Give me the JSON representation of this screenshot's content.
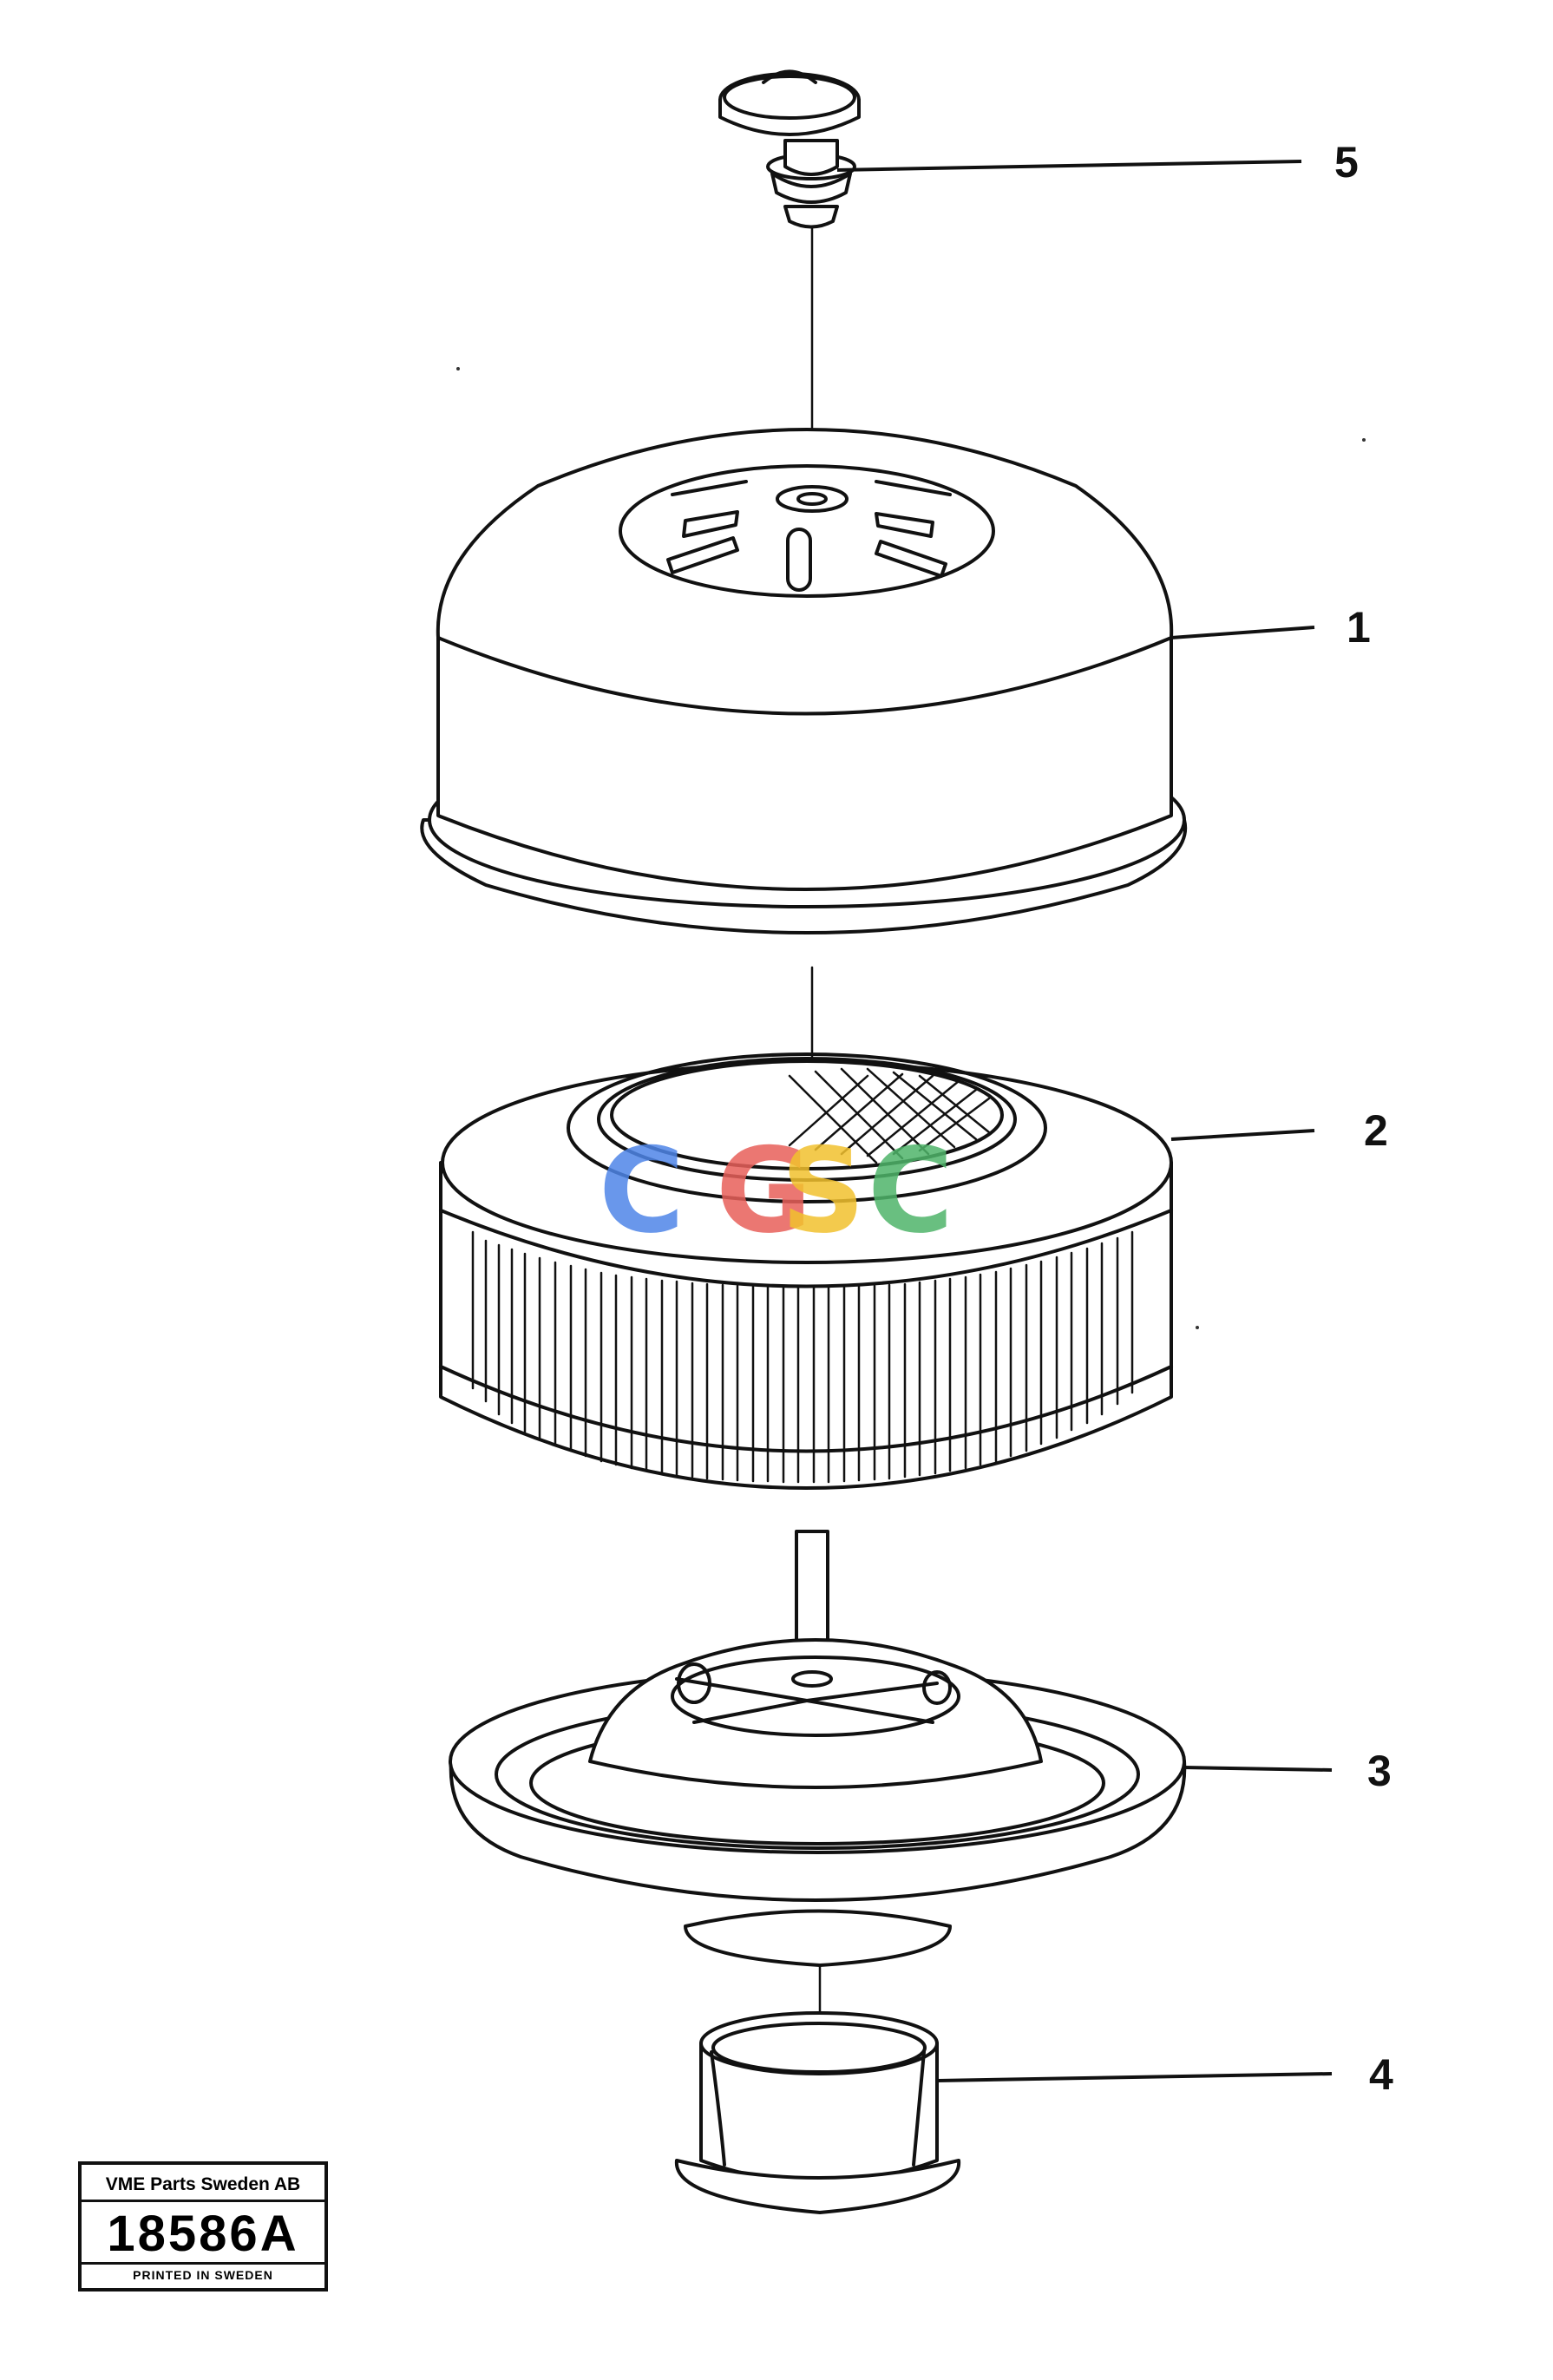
{
  "callouts": [
    {
      "id": "5",
      "label": "5"
    },
    {
      "id": "1",
      "label": "1"
    },
    {
      "id": "2",
      "label": "2"
    },
    {
      "id": "3",
      "label": "3"
    },
    {
      "id": "4",
      "label": "4"
    }
  ],
  "watermark": {
    "letters": [
      "C",
      "G",
      "S",
      "C"
    ],
    "colors": [
      "#4f86e8",
      "#e8605a",
      "#f2c12e",
      "#4fb56a"
    ]
  },
  "stamp": {
    "company": "VME Parts Sweden AB",
    "number": "18586A",
    "printed": "PRINTED IN SWEDEN"
  }
}
